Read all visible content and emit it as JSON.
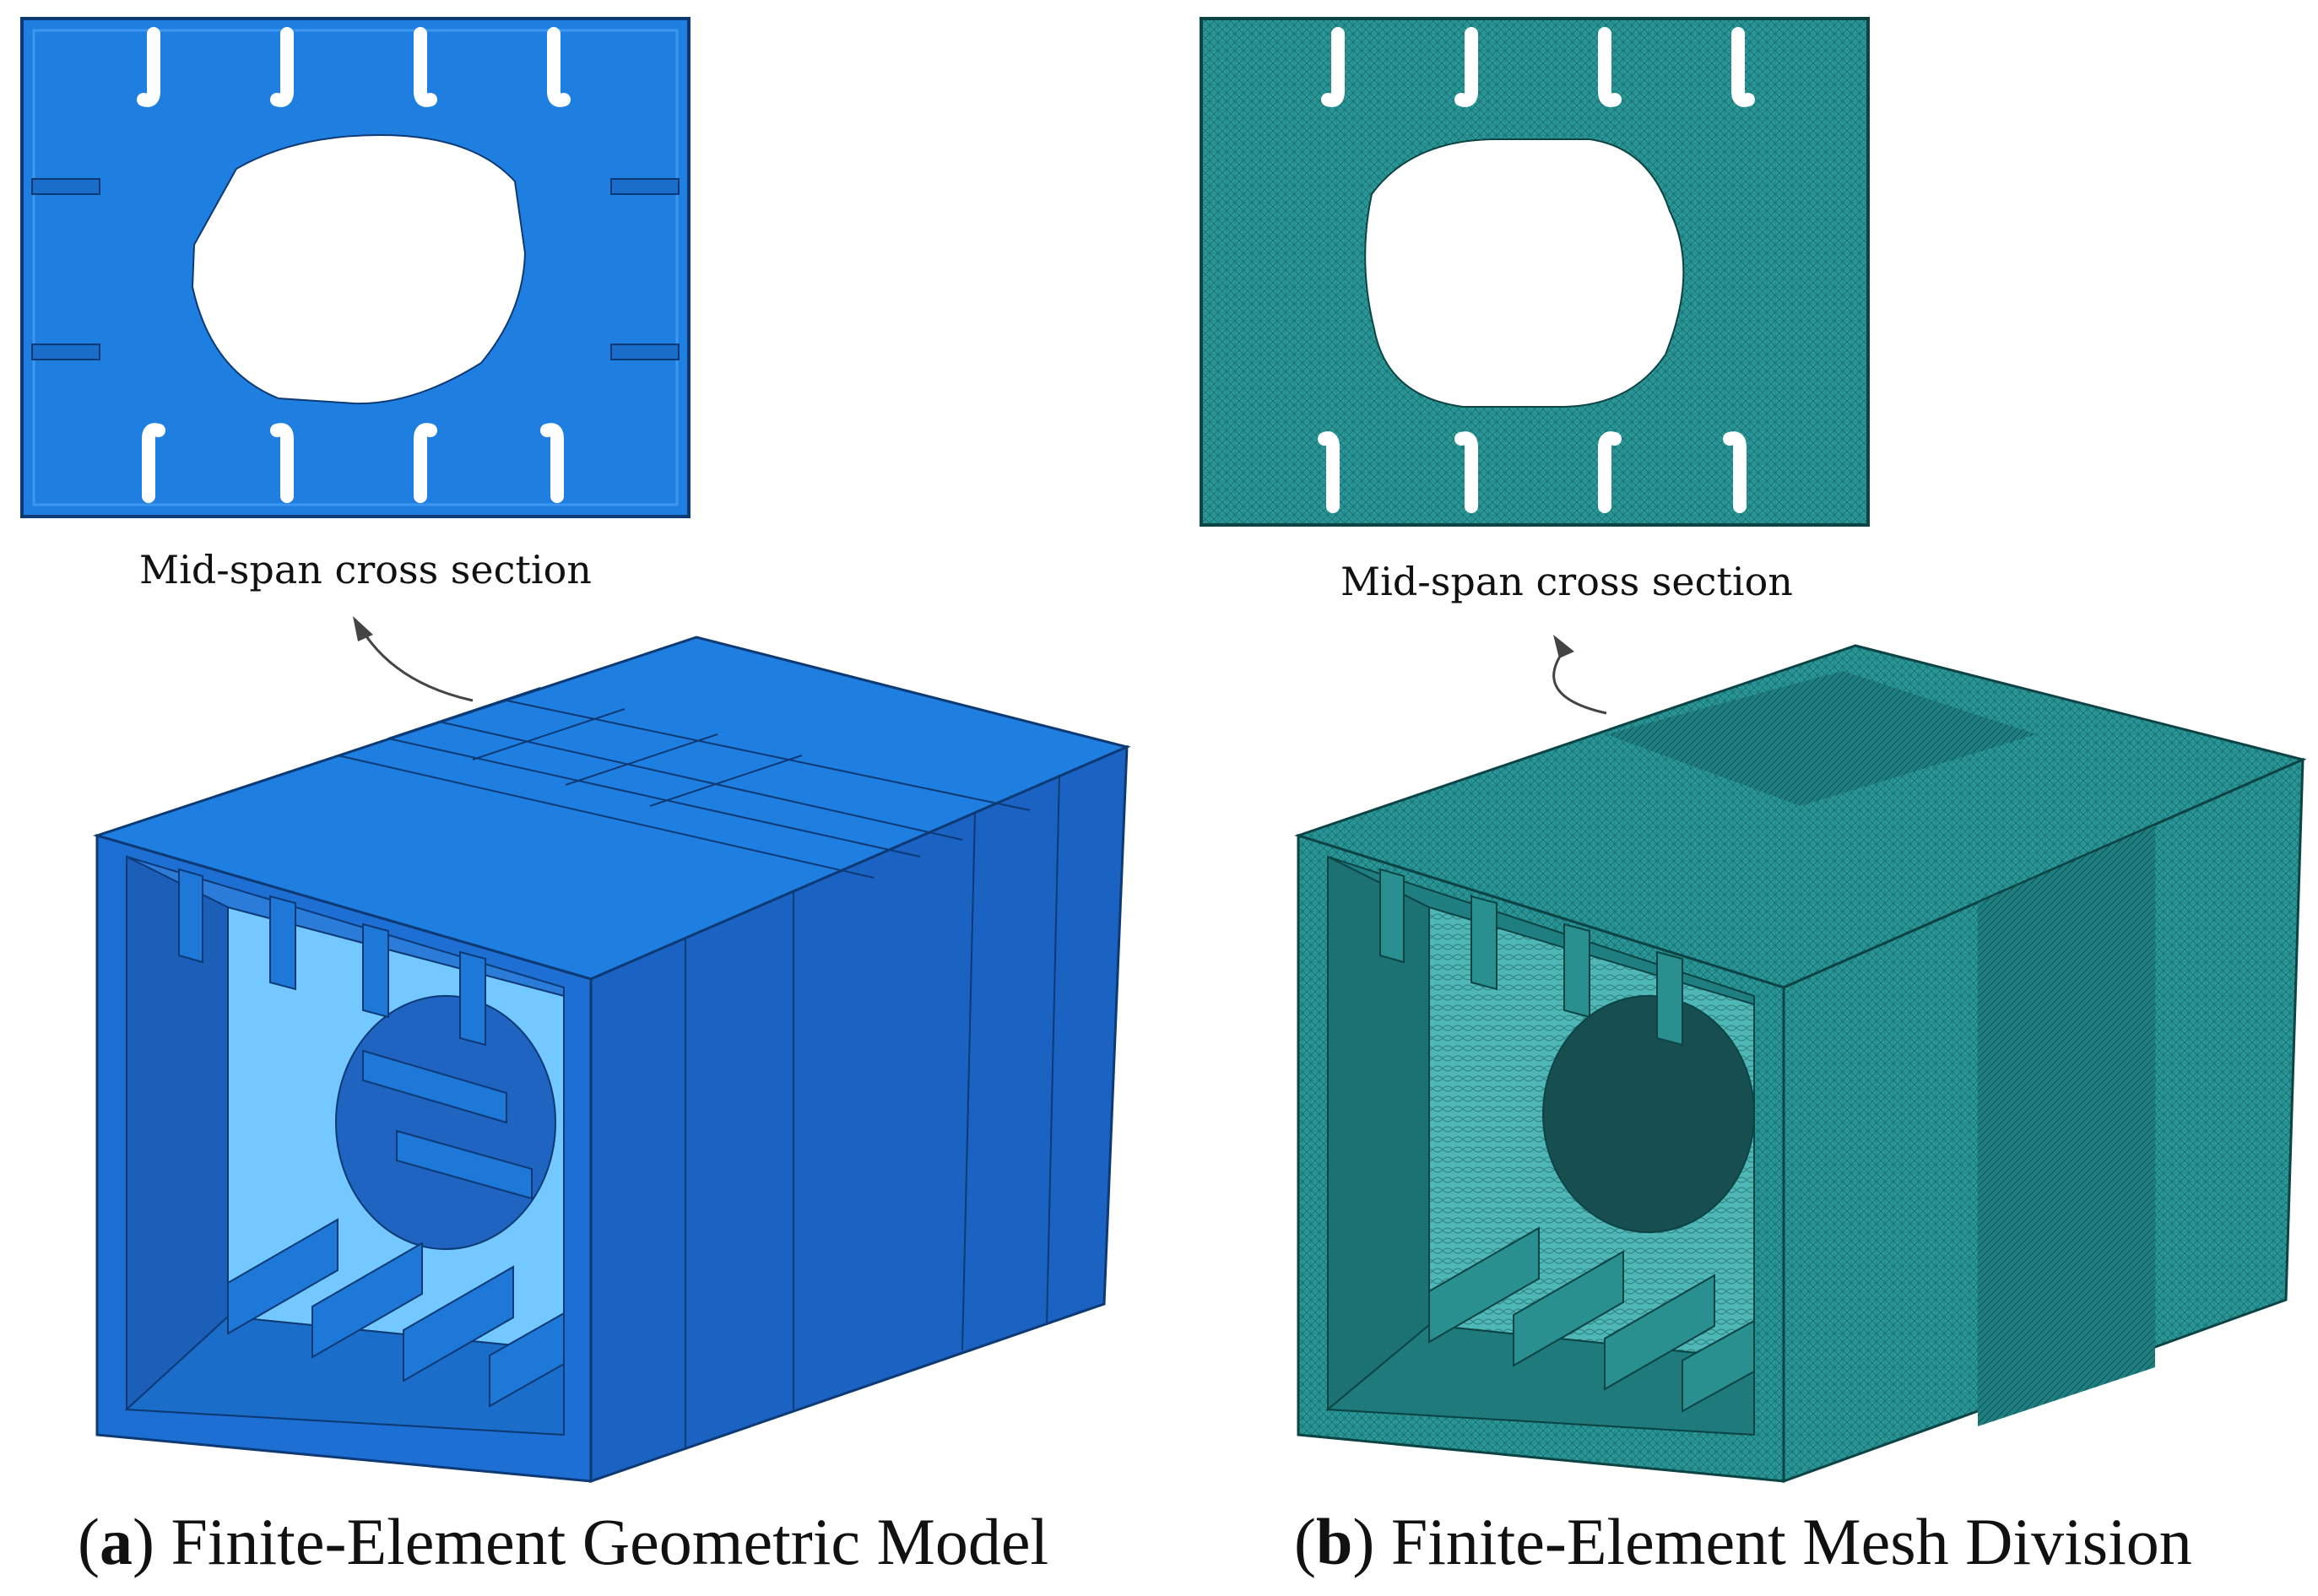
{
  "panel_a": {
    "section_label": "Mid-span cross section",
    "caption_open": "(",
    "caption_letter": "a",
    "caption_rest": ") Finite-Element Geometric Model",
    "colors": {
      "face": "#1e7fe0",
      "side": "#1b63c2",
      "inner": "#72c8ff",
      "edge": "#0d3a75"
    }
  },
  "panel_b": {
    "section_label": "Mid-span cross section",
    "caption_open": "(",
    "caption_letter": "b",
    "caption_rest": ") Finite-Element Mesh Division",
    "colors": {
      "face": "#2a9a9a",
      "side": "#1f7f80",
      "inner": "#4fb7b5",
      "edge": "#0c4445"
    }
  }
}
